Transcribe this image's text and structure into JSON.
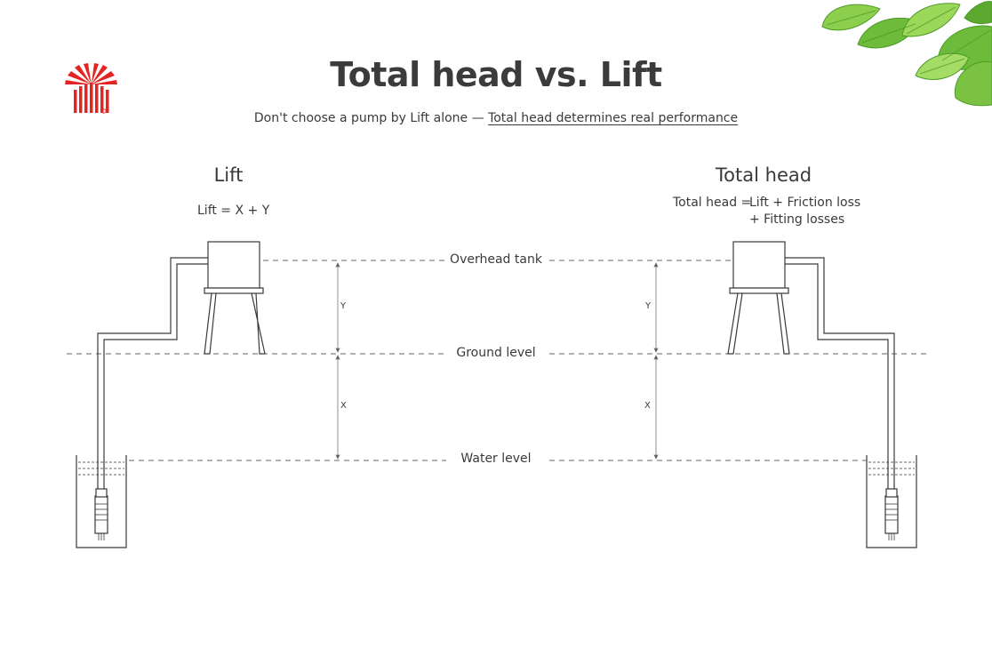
{
  "header": {
    "title": "Total head vs. Lift",
    "subtitle_prefix": "Don't choose a pump by Lift alone — ",
    "subtitle_highlight": "Total head determines real performance"
  },
  "brand": {
    "logo_icon": "sunburst-logo-icon",
    "color": "#e52421"
  },
  "decoration": {
    "leaves_icon": "green-leaves-icon",
    "color": "#7cc242"
  },
  "lift_panel": {
    "heading": "Lift",
    "formula": "Lift = X + Y"
  },
  "head_panel": {
    "heading": "Total head",
    "formula_lhs": "Total head =",
    "formula_line1": "Lift + Friction loss",
    "formula_line2": "+ Fitting losses"
  },
  "levels": {
    "overhead_tank": "Overhead tank",
    "ground": "Ground level",
    "water": "Water level"
  },
  "dimensions": {
    "x": "X",
    "y": "Y"
  }
}
